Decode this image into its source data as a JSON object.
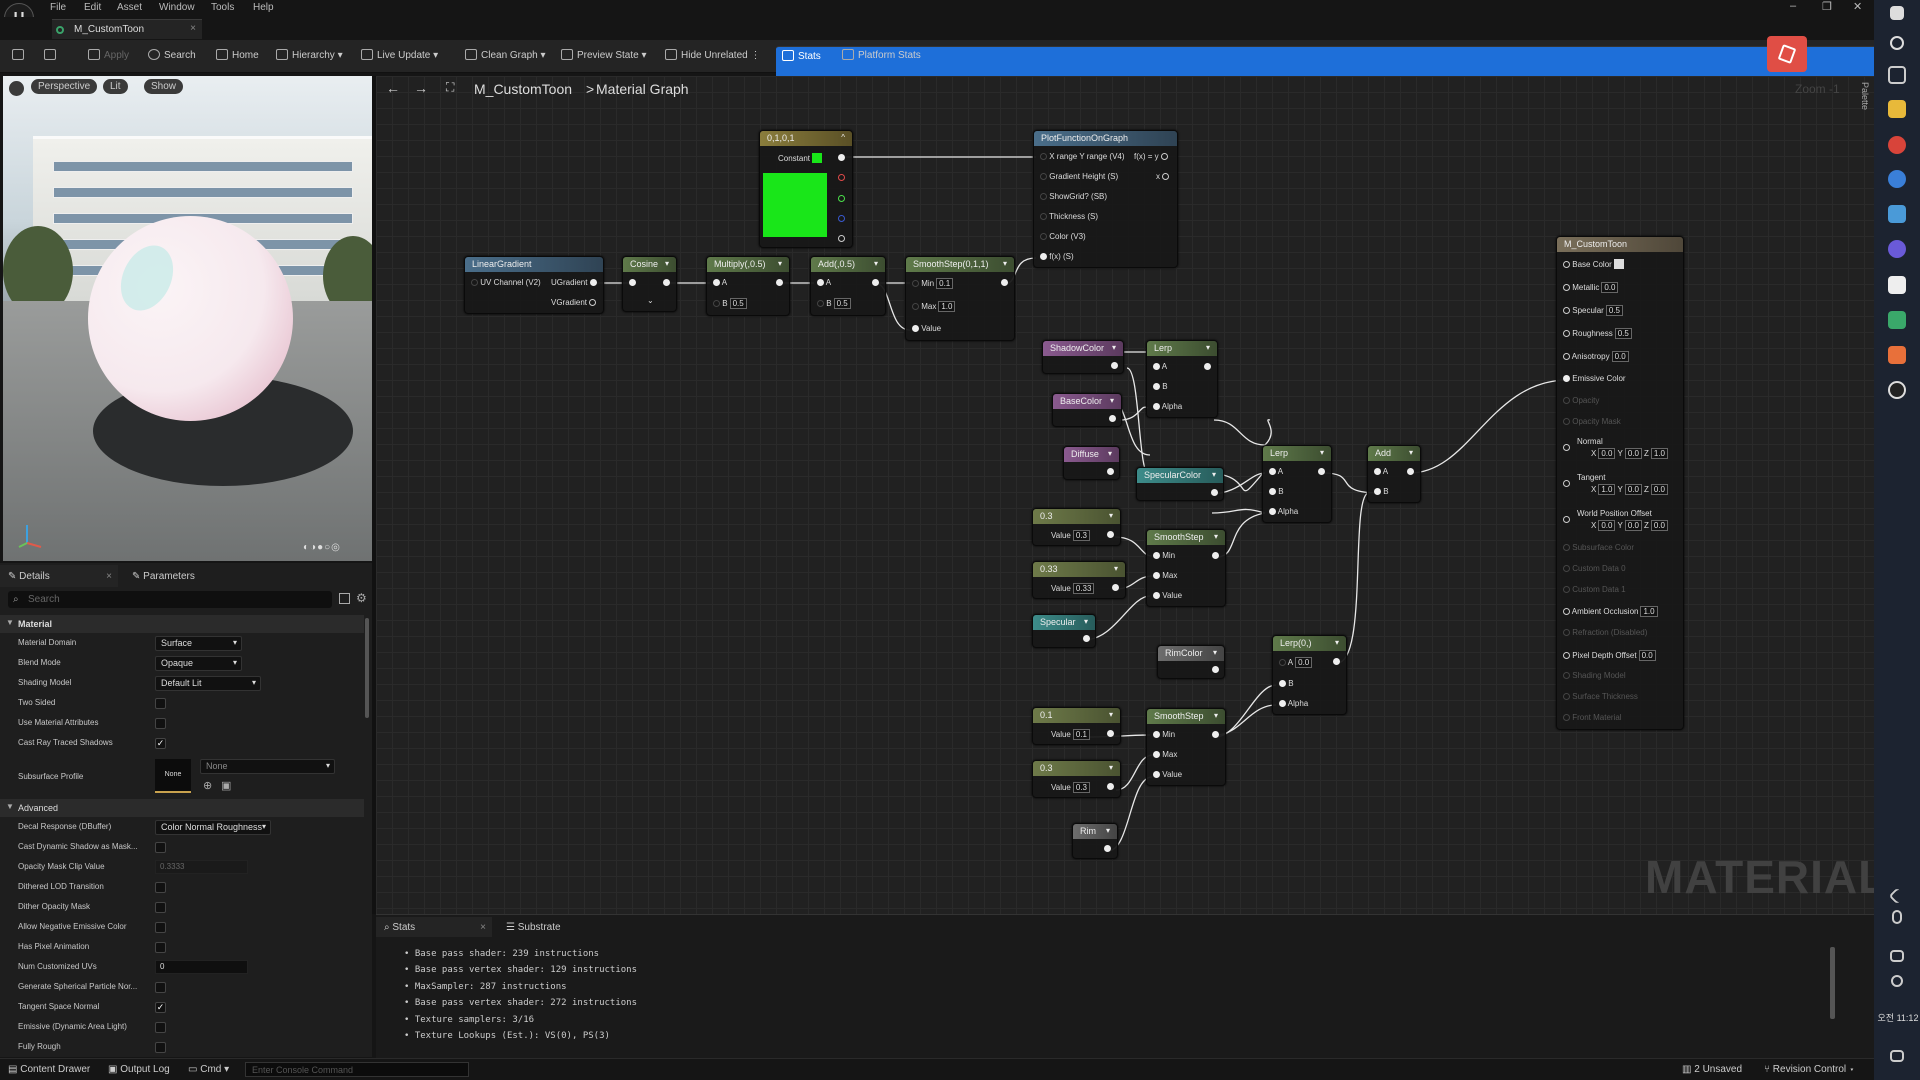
{
  "menu": {
    "items": [
      "File",
      "Edit",
      "Asset",
      "Window",
      "Tools",
      "Help"
    ]
  },
  "window_controls": {
    "min": "–",
    "max": "❐",
    "close": "✕"
  },
  "doc_tab": {
    "title": "M_CustomToon",
    "close": "×"
  },
  "toolbar": {
    "apply": "Apply",
    "search": "Search",
    "home": "Home",
    "hierarchy": "Hierarchy",
    "live_update": "Live Update",
    "clean_graph": "Clean Graph",
    "preview_state": "Preview State",
    "hide_unrelated": "Hide Unrelated",
    "stats": "Stats",
    "platform_stats": "Platform Stats"
  },
  "viewport": {
    "perspective": "Perspective",
    "lit": "Lit",
    "show": "Show"
  },
  "details": {
    "tab_details": "Details",
    "tab_parameters": "Parameters",
    "search_placeholder": "Search",
    "section_material": "Material",
    "section_advanced": "Advanced",
    "rows": [
      {
        "label": "Material Domain",
        "value": "Surface"
      },
      {
        "label": "Blend Mode",
        "value": "Opaque"
      },
      {
        "label": "Shading Model",
        "value": "Default Lit"
      },
      {
        "label": "Two Sided",
        "checked": false
      },
      {
        "label": "Use Material Attributes",
        "checked": false
      },
      {
        "label": "Cast Ray Traced Shadows",
        "checked": true
      },
      {
        "label": "Subsurface Profile",
        "value": "None",
        "thumb": "None"
      }
    ],
    "adv_rows": [
      {
        "label": "Decal Response (DBuffer)",
        "value": "Color Normal Roughness"
      },
      {
        "label": "Cast Dynamic Shadow as Mask...",
        "checked": false
      },
      {
        "label": "Opacity Mask Clip Value",
        "value": "0.3333"
      },
      {
        "label": "Dithered LOD Transition",
        "checked": false
      },
      {
        "label": "Dither Opacity Mask",
        "checked": false
      },
      {
        "label": "Allow Negative Emissive Color",
        "checked": false
      },
      {
        "label": "Has Pixel Animation",
        "checked": false
      },
      {
        "label": "Num Customized UVs",
        "value": "0"
      },
      {
        "label": "Generate Spherical Particle Nor...",
        "checked": false
      },
      {
        "label": "Tangent Space Normal",
        "checked": true
      },
      {
        "label": "Emissive (Dynamic Area Light)",
        "checked": false
      },
      {
        "label": "Fully Rough",
        "checked": false
      }
    ]
  },
  "graph": {
    "breadcrumb_root": "M_CustomToon",
    "breadcrumb_sep": ">",
    "breadcrumb_leaf": "Material Graph",
    "zoom": "Zoom -1",
    "palette": "Palette",
    "watermark": "MATERIAL"
  },
  "nodes": {
    "const": {
      "title": "0,1,0,1",
      "label": "Constant",
      "color": "#19e619"
    },
    "plot": {
      "title": "PlotFunctionOnGraph",
      "pins": [
        "X range Y range (V4)",
        "Gradient Height (S)",
        "ShowGrid? (SB)",
        "Thickness (S)",
        "Color (V3)",
        "f(x) (S)"
      ],
      "out1": "f(x) = y",
      "out2": "x"
    },
    "lineargradient": {
      "title": "LinearGradient",
      "in": "UV Channel (V2)",
      "out1": "UGradient",
      "out2": "VGradient"
    },
    "cosine": {
      "title": "Cosine"
    },
    "multiply": {
      "title": "Multiply(,0.5)",
      "a": "A",
      "b": "B",
      "bval": "0.5"
    },
    "add1": {
      "title": "Add(,0.5)",
      "a": "A",
      "b": "B",
      "bval": "0.5"
    },
    "smoothstep1": {
      "title": "SmoothStep(0,1,1)",
      "min": "Min",
      "minv": "0.1",
      "max": "Max",
      "maxv": "1.0",
      "value": "Value"
    },
    "shadowcolor": {
      "title": "ShadowColor"
    },
    "basecolor": {
      "title": "BaseColor"
    },
    "diffuse": {
      "title": "Diffuse"
    },
    "specularcolor": {
      "title": "SpecularColor"
    },
    "lerp1": {
      "title": "Lerp",
      "a": "A",
      "b": "B",
      "alpha": "Alpha"
    },
    "lerp2": {
      "title": "Lerp",
      "a": "A",
      "b": "B",
      "alpha": "Alpha"
    },
    "add2": {
      "title": "Add",
      "a": "A",
      "b": "B"
    },
    "s03a": {
      "title": "0.3",
      "label": "Value",
      "v": "0.3"
    },
    "s033": {
      "title": "0.33",
      "label": "Value",
      "v": "0.33"
    },
    "specular": {
      "title": "Specular"
    },
    "smoothstep2": {
      "title": "SmoothStep",
      "min": "Min",
      "max": "Max",
      "value": "Value"
    },
    "rimcolor": {
      "title": "RimColor"
    },
    "lerp3": {
      "title": "Lerp(0,)",
      "a": "A",
      "av": "0.0",
      "b": "B",
      "alpha": "Alpha"
    },
    "s01": {
      "title": "0.1",
      "label": "Value",
      "v": "0.1"
    },
    "s03b": {
      "title": "0.3",
      "label": "Value",
      "v": "0.3"
    },
    "smoothstep3": {
      "title": "SmoothStep",
      "min": "Min",
      "max": "Max",
      "value": "Value"
    },
    "rim": {
      "title": "Rim"
    },
    "result": {
      "title": "M_CustomToon",
      "pins": [
        {
          "label": "Base Color",
          "active": true,
          "val": "",
          "swatch": true
        },
        {
          "label": "Metallic",
          "active": true,
          "val": "0.0"
        },
        {
          "label": "Specular",
          "active": true,
          "val": "0.5"
        },
        {
          "label": "Roughness",
          "active": true,
          "val": "0.5"
        },
        {
          "label": "Anisotropy",
          "active": true,
          "val": "0.0"
        },
        {
          "label": "Emissive Color",
          "active": true,
          "val": "",
          "connected": true
        },
        {
          "label": "Opacity",
          "active": false
        },
        {
          "label": "Opacity Mask",
          "active": false
        }
      ],
      "normal": {
        "label": "Normal",
        "x": "0.0",
        "y": "0.0",
        "z": "1.0"
      },
      "tangent": {
        "label": "Tangent",
        "x": "1.0",
        "y": "0.0",
        "z": "0.0"
      },
      "wpo": {
        "label": "World Position Offset",
        "x": "0.0",
        "y": "0.0",
        "z": "0.0"
      },
      "pins2": [
        {
          "label": "Subsurface Color",
          "active": false
        },
        {
          "label": "Custom Data 0",
          "active": false
        },
        {
          "label": "Custom Data 1",
          "active": false
        },
        {
          "label": "Ambient Occlusion",
          "active": true,
          "val": "1.0"
        },
        {
          "label": "Refraction (Disabled)",
          "active": false
        },
        {
          "label": "Pixel Depth Offset",
          "active": true,
          "val": "0.0"
        },
        {
          "label": "Shading Model",
          "active": false
        },
        {
          "label": "Surface Thickness",
          "active": false
        },
        {
          "label": "Front Material",
          "active": false
        }
      ]
    }
  },
  "stats": {
    "tab_stats": "Stats",
    "tab_substrate": "Substrate",
    "lines": [
      "Base pass shader: 239 instructions",
      "Base pass vertex shader: 129 instructions",
      "MaxSampler: 287 instructions",
      "Base pass vertex shader: 272 instructions",
      "Texture samplers: 3/16",
      "Texture Lookups (Est.): VS(0), PS(3)"
    ]
  },
  "bottombar": {
    "content_drawer": "Content Drawer",
    "output_log": "Output Log",
    "cmd": "Cmd",
    "console_placeholder": "Enter Console Command",
    "unsaved": "2 Unsaved",
    "revision": "Revision Control"
  },
  "taskbar": {
    "time": "오전 11:12"
  }
}
